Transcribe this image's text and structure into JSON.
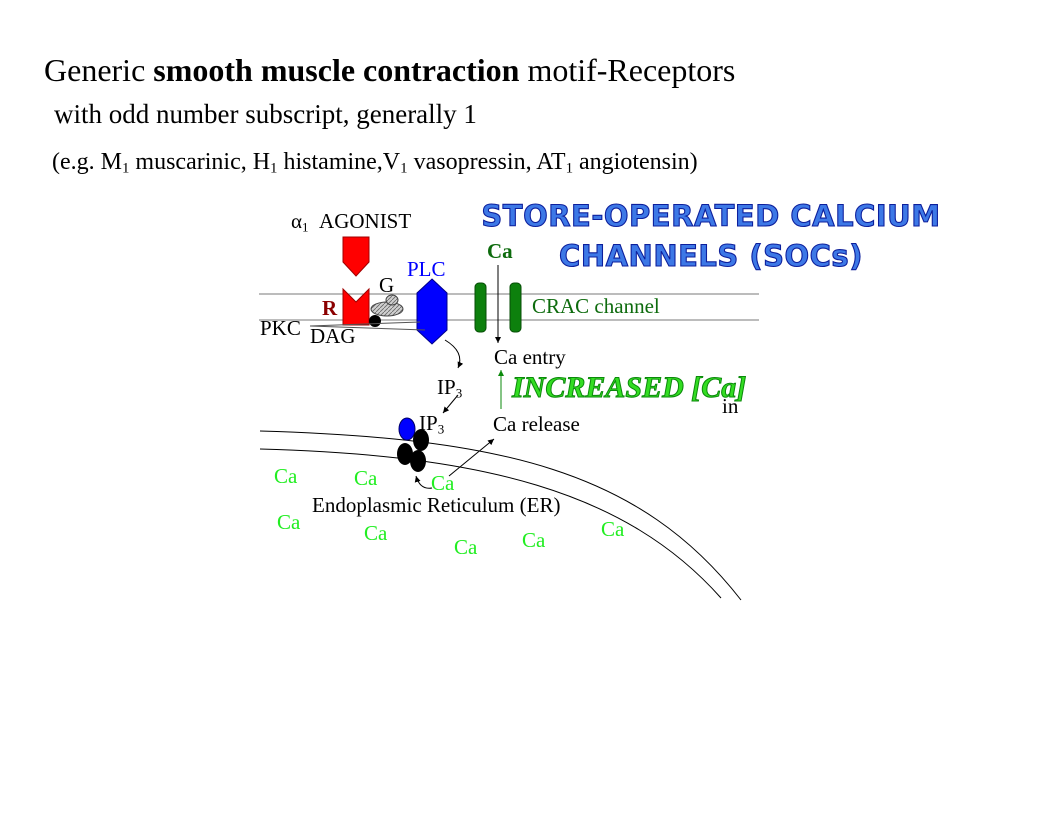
{
  "title": {
    "line1_pre": "Generic ",
    "line1_bold": "smooth muscle contraction",
    "line1_post": " motif-Receptors",
    "line2": "with odd number subscript, generally 1",
    "line3": {
      "open": "(e.g. M",
      "sub1": "1",
      "t1": " muscarinic, H",
      "sub2": "1",
      "t2": " histamine,V",
      "sub3": "1",
      "t3": " vasopressin, AT",
      "sub4": "1",
      "t4": " angiotensin)"
    }
  },
  "banner": {
    "line1": "STORE-OPERATED CALCIUM",
    "line2": "CHANNELS (SOCs)",
    "color": "#3d78e6"
  },
  "diagram": {
    "agonist_alpha": "α",
    "agonist_sub": "1",
    "agonist_label": "AGONIST",
    "receptor_label": "R",
    "g_label": "G",
    "plc_label": "PLC",
    "pkc_label": "PKC",
    "dag_label": "DAG",
    "ca_top": "Ca",
    "crac_label": "CRAC channel",
    "ca_entry": "Ca entry",
    "ip3_upper": "IP",
    "ip3_upper_sub": "3",
    "ip3_lower": "IP",
    "ip3_lower_sub": "3",
    "ca_release": "Ca release",
    "increased": "INCREASED [Ca]",
    "increased_sub": "in",
    "er_label": "Endoplasmic Reticulum (ER)",
    "er_ca": [
      "Ca",
      "Ca",
      "Ca",
      "Ca",
      "Ca",
      "Ca",
      "Ca",
      "Ca"
    ],
    "colors": {
      "receptor": "#ff0000",
      "plc": "#0000ff",
      "channel": "#0d800d",
      "calcium": "#22ee22",
      "crac_text": "#0d6b0d",
      "r_text": "#8b0000"
    }
  }
}
